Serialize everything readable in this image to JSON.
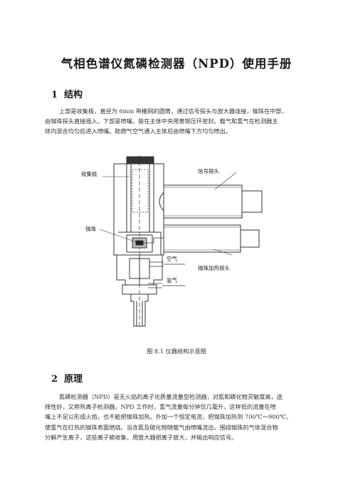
{
  "title": "气相色谱仪氮磷检测器（NPD）使用手册",
  "section1": {
    "number": "1",
    "heading": "结构",
    "lines": [
      "上部是收集极，直径为 6mm 带栅网的圆筒，通过信号探头与放大器连接，铷珠在中部，",
      "由铷珠探头直接插入，下部是喷嘴，装在主体中央用黄铜压环密封。载气和氢气在检测器主",
      "体内混合均匀后进入喷嘴。助燃气空气通入主体后由喷嘴下方均匀喷出。"
    ]
  },
  "figure": {
    "labels": {
      "collector": "收集极",
      "bead": "铷珠",
      "signal_probe": "信号探头",
      "air": "空气",
      "hydrogen": "氢气",
      "bead_heater_probe": "铷珠加热探头"
    },
    "caption": "图 8.1 仪器结构示意图"
  },
  "section2": {
    "number": "2",
    "heading": "原理",
    "lines": [
      "氮磷检测器（NPD）是无火焰的离子化质量流量型检测器，对氮和磷化物灵敏度高，选",
      "择性好，又称热离子检测器。NPD 工作时，氢气流量每分钟仅几毫升，这样低的流量在喷",
      "嘴上不足以形成火焰，也不能把铷珠加热。外加一个恒定电流，把铷珠加热到 700℃～900℃，",
      "使氢气在红热的铷珠表面燃烧。当含氮及硫化物随载气由喷嘴流出，围绕铷珠的气体混合物",
      "分解产生离子，这些离子被收集，用放大器把离子放大，并输出响应信号。"
    ]
  }
}
